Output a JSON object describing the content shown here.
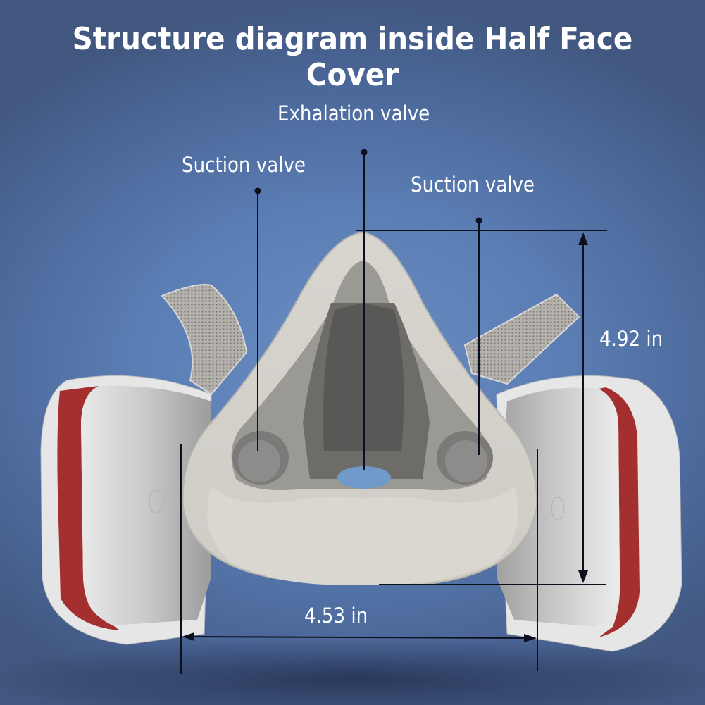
{
  "title": "Structure diagram inside Half Face Cover",
  "callouts": {
    "exhalation_valve": "Exhalation valve",
    "suction_valve_left": "Suction valve",
    "suction_valve_right": "Suction valve"
  },
  "dimensions": {
    "height": "4.92 in",
    "width": "4.53 in"
  },
  "colors": {
    "background": "#5a7db3",
    "mask": "#d6d3cd",
    "filter_band": "#a3302e",
    "lines": "#0d0f1c",
    "text": "#ffffff"
  }
}
